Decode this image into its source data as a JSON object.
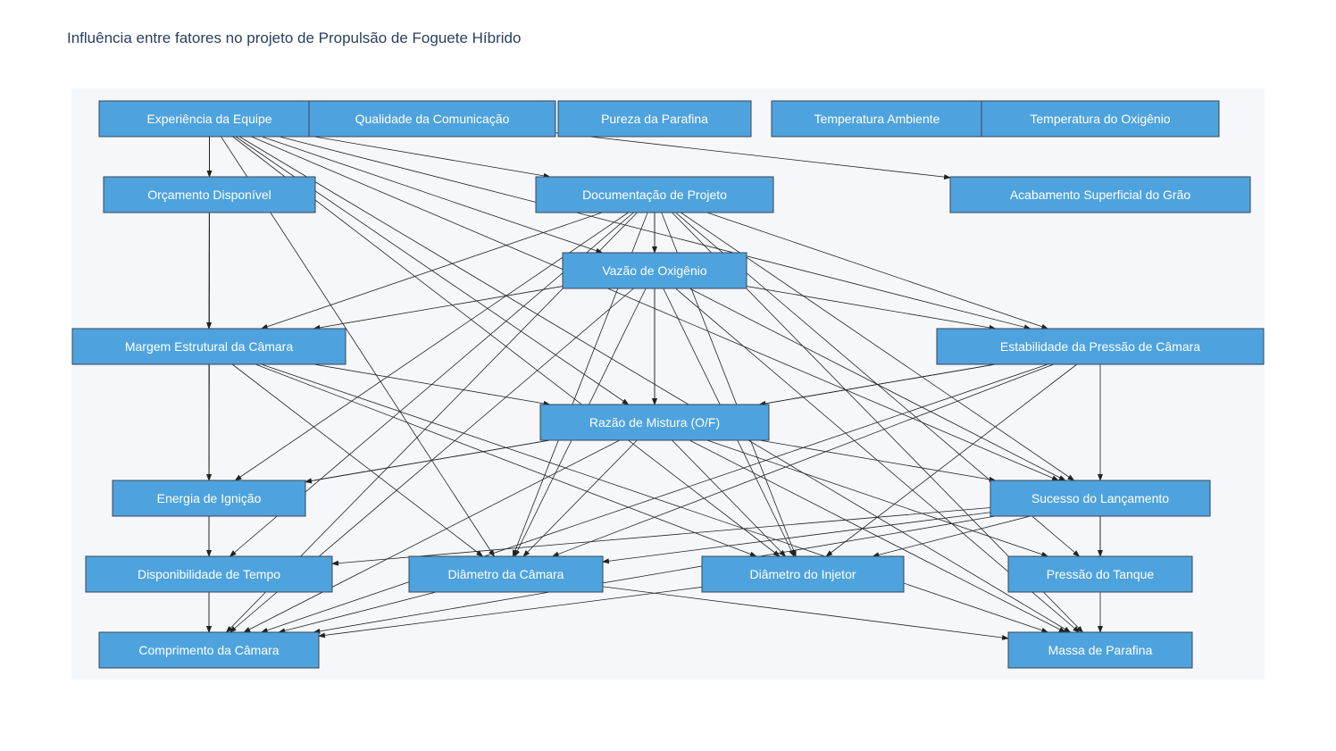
{
  "title": "Influência entre fatores no projeto de Propulsão de Foguete Híbrido",
  "colors": {
    "node_fill": "#4ea3de",
    "node_stroke": "#3b4550",
    "edge": "#222222",
    "plot_bg": "#f5f7fb",
    "title": "#2a3f5f"
  },
  "nodes": [
    {
      "id": "exp",
      "label": "Experiência da Equipe"
    },
    {
      "id": "com",
      "label": "Qualidade da Comunicação"
    },
    {
      "id": "par",
      "label": "Pureza da Parafina"
    },
    {
      "id": "tam",
      "label": "Temperatura Ambiente"
    },
    {
      "id": "tox",
      "label": "Temperatura do Oxigênio"
    },
    {
      "id": "orc",
      "label": "Orçamento Disponível"
    },
    {
      "id": "doc",
      "label": "Documentação de Projeto"
    },
    {
      "id": "aca",
      "label": "Acabamento Superficial do Grão"
    },
    {
      "id": "vaz",
      "label": "Vazão de Oxigênio"
    },
    {
      "id": "mar",
      "label": "Margem Estrutural da Câmara"
    },
    {
      "id": "est",
      "label": "Estabilidade da Pressão de Câmara"
    },
    {
      "id": "raz",
      "label": "Razão de Mistura (O/F)"
    },
    {
      "id": "ene",
      "label": "Energia de Ignição"
    },
    {
      "id": "suc",
      "label": "Sucesso do Lançamento"
    },
    {
      "id": "dis",
      "label": "Disponibilidade de Tempo"
    },
    {
      "id": "dca",
      "label": "Diâmetro da Câmara"
    },
    {
      "id": "din",
      "label": "Diâmetro do Injetor"
    },
    {
      "id": "ptq",
      "label": "Pressão do Tanque"
    },
    {
      "id": "cca",
      "label": "Comprimento da Câmara"
    },
    {
      "id": "mas",
      "label": "Massa de Parafina"
    }
  ],
  "edges": [
    [
      "exp",
      "orc"
    ],
    [
      "exp",
      "doc"
    ],
    [
      "exp",
      "mar"
    ],
    [
      "exp",
      "raz"
    ],
    [
      "exp",
      "ene"
    ],
    [
      "exp",
      "dis"
    ],
    [
      "exp",
      "cca"
    ],
    [
      "exp",
      "dca"
    ],
    [
      "exp",
      "din"
    ],
    [
      "exp",
      "suc"
    ],
    [
      "exp",
      "est"
    ],
    [
      "exp",
      "mas"
    ],
    [
      "exp",
      "vaz"
    ],
    [
      "com",
      "aca"
    ],
    [
      "doc",
      "vaz"
    ],
    [
      "doc",
      "mar"
    ],
    [
      "doc",
      "est"
    ],
    [
      "doc",
      "raz"
    ],
    [
      "doc",
      "ene"
    ],
    [
      "doc",
      "dca"
    ],
    [
      "doc",
      "din"
    ],
    [
      "doc",
      "suc"
    ],
    [
      "doc",
      "cca"
    ],
    [
      "doc",
      "ptq"
    ],
    [
      "doc",
      "mas"
    ],
    [
      "doc",
      "dis"
    ],
    [
      "vaz",
      "raz"
    ],
    [
      "vaz",
      "mar"
    ],
    [
      "vaz",
      "est"
    ],
    [
      "vaz",
      "dca"
    ],
    [
      "vaz",
      "din"
    ],
    [
      "vaz",
      "suc"
    ],
    [
      "vaz",
      "mas"
    ],
    [
      "vaz",
      "cca"
    ],
    [
      "mar",
      "raz"
    ],
    [
      "mar",
      "dca"
    ],
    [
      "mar",
      "din"
    ],
    [
      "mar",
      "mas"
    ],
    [
      "mar",
      "cca"
    ],
    [
      "est",
      "raz"
    ],
    [
      "est",
      "suc"
    ],
    [
      "est",
      "dca"
    ],
    [
      "est",
      "din"
    ],
    [
      "est",
      "cca"
    ],
    [
      "est",
      "ene"
    ],
    [
      "raz",
      "ene"
    ],
    [
      "raz",
      "suc"
    ],
    [
      "raz",
      "dca"
    ],
    [
      "raz",
      "din"
    ],
    [
      "raz",
      "ptq"
    ],
    [
      "raz",
      "mas"
    ],
    [
      "raz",
      "cca"
    ],
    [
      "suc",
      "dis"
    ],
    [
      "suc",
      "dca"
    ],
    [
      "suc",
      "din"
    ],
    [
      "suc",
      "ptq"
    ],
    [
      "suc",
      "mas"
    ],
    [
      "suc",
      "cca"
    ],
    [
      "dca",
      "mas"
    ],
    [
      "dca",
      "cca"
    ],
    [
      "din",
      "cca"
    ]
  ]
}
